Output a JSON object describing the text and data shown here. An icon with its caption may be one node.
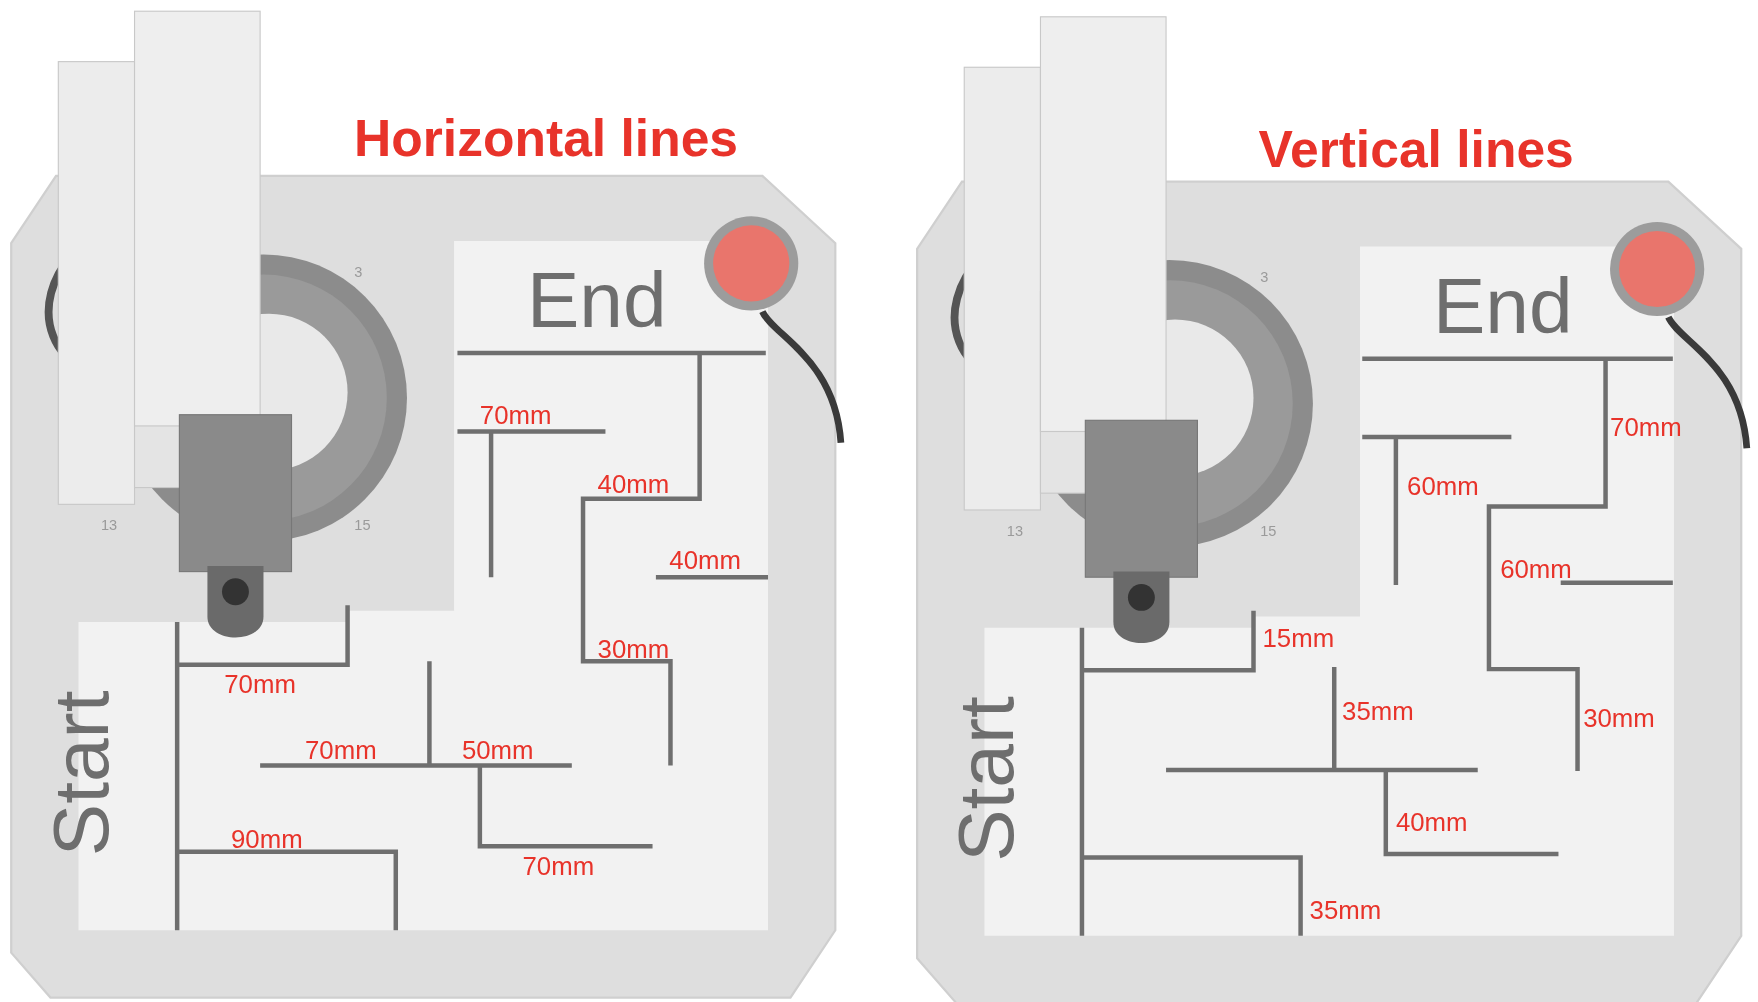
{
  "diagram": {
    "nodes": [
      {
        "text": [
          "Horizontal lines"
        ]
      },
      {
        "text": [
          "End"
        ],
        "in": 0
      },
      {
        "text": [
          "Start"
        ],
        "in": 0
      },
      {
        "text": [
          "Vertical lines"
        ]
      },
      {
        "text": [
          "End"
        ],
        "in": 3
      },
      {
        "text": [
          "Start"
        ],
        "in": 3
      }
    ],
    "labels": [
      "3",
      "70mm",
      "40mm",
      "13",
      "15",
      "40mm",
      "30mm",
      "70mm",
      "70mm",
      "50mm",
      "90mm",
      "70mm",
      "3",
      "70mm",
      "60mm",
      "13",
      "15",
      "60mm",
      "15mm",
      "35mm",
      "30mm",
      "40mm",
      "35mm"
    ]
  }
}
